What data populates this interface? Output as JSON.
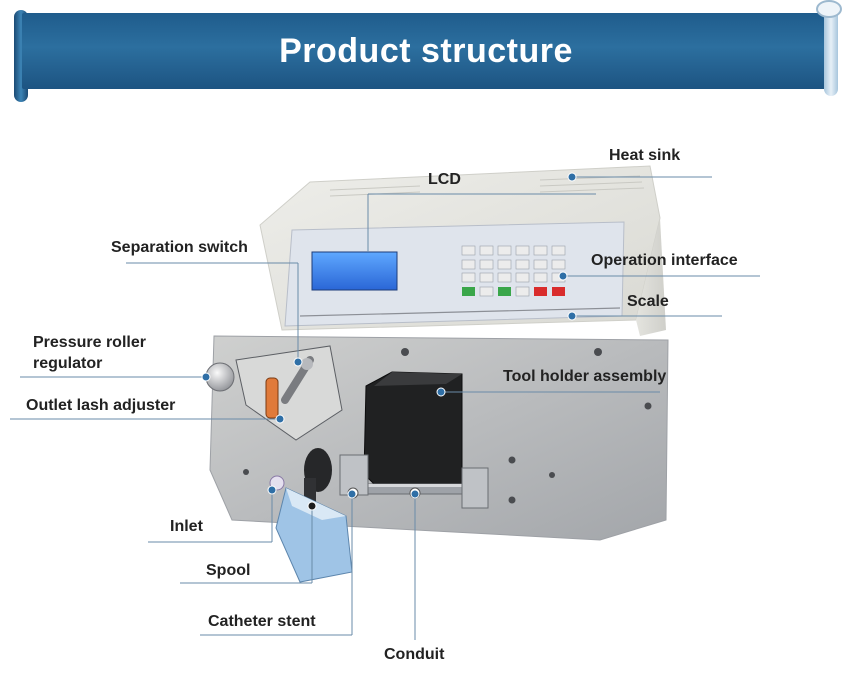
{
  "banner": {
    "title": "Product structure"
  },
  "labels": {
    "heat_sink": "Heat sink",
    "lcd": "LCD",
    "separation_switch": "Separation switch",
    "operation_interface": "Operation interface",
    "scale": "Scale",
    "pressure_roller_line1": "Pressure roller",
    "pressure_roller_line2": "regulator",
    "tool_holder": "Tool holder assembly",
    "outlet_lash": "Outlet lash adjuster",
    "inlet": "Inlet",
    "spool": "Spool",
    "catheter_stent": "Catheter stent",
    "conduit": "Conduit"
  },
  "colors": {
    "banner": "#2c6f9f",
    "leader": "#6a8ba8",
    "dot": "#2f6fa6"
  }
}
